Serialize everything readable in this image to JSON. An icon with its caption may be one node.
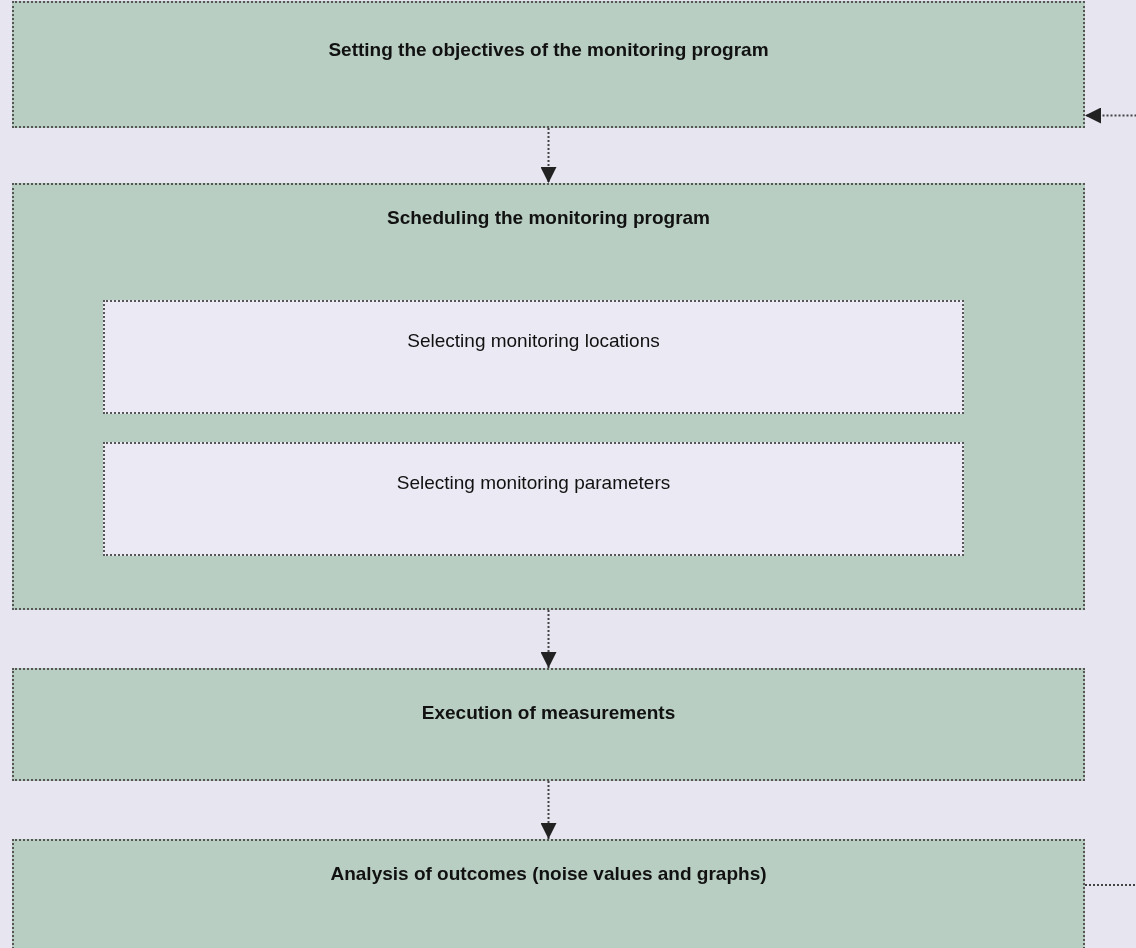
{
  "diagram": {
    "nodes": [
      {
        "text": [
          "Setting the objectives of the monitoring program"
        ]
      },
      {
        "text": [
          "Scheduling the monitoring program"
        ]
      },
      {
        "text": [
          "Selecting monitoring locations"
        ],
        "in": 1
      },
      {
        "text": [
          "Selecting monitoring parameters"
        ],
        "in": 1
      },
      {
        "text": [
          "Execution of measurements"
        ]
      },
      {
        "text": [
          "Analysis of outcomes (noise values and graphs)"
        ]
      }
    ],
    "edges": [
      {
        "from": 0,
        "to": 1,
        "arrow": "to",
        "style": "dashed"
      },
      {
        "from": 1,
        "to": 4,
        "arrow": "to",
        "style": "dashed"
      },
      {
        "from": 4,
        "to": 5,
        "arrow": "to",
        "style": "dashed"
      },
      {
        "from": 5,
        "to": 0,
        "arrow": "to",
        "style": "dashed"
      }
    ]
  }
}
